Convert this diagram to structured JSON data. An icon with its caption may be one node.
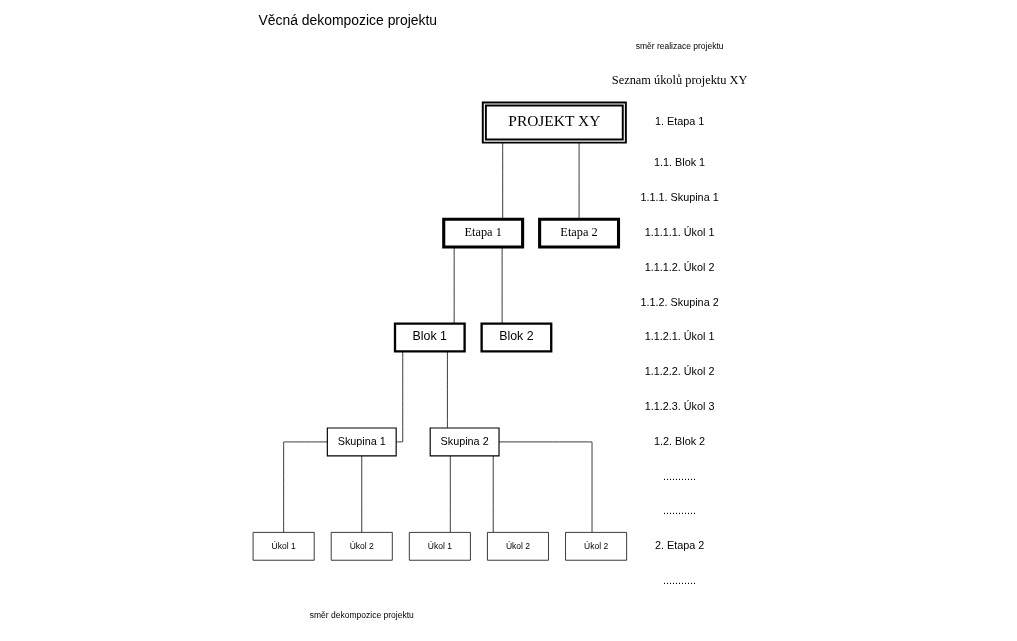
{
  "diagram": {
    "title": "Věcná dekompozice projektu",
    "nodes": [
      {
        "text": [
          "PROJEKT XY"
        ]
      },
      {
        "text": [
          "Etapa 1"
        ]
      },
      {
        "text": [
          "Etapa 2"
        ]
      },
      {
        "text": [
          "Blok 1"
        ]
      },
      {
        "text": [
          "Blok 2"
        ]
      },
      {
        "text": [
          "Skupina 1"
        ]
      },
      {
        "text": [
          "Skupina 2"
        ]
      },
      {
        "text": [
          "Úkol 1"
        ]
      },
      {
        "text": [
          "Úkol 2"
        ]
      },
      {
        "text": [
          "Úkol 1"
        ]
      },
      {
        "text": [
          "Úkol 2"
        ]
      },
      {
        "text": [
          "Úkol 2"
        ]
      }
    ],
    "edges": [
      {
        "from": 0,
        "to": 1,
        "arrow": "none"
      },
      {
        "from": 0,
        "to": 2,
        "arrow": "none"
      },
      {
        "from": 1,
        "to": 3,
        "arrow": "none"
      },
      {
        "from": 1,
        "to": 4,
        "arrow": "none"
      },
      {
        "from": 3,
        "to": 5,
        "arrow": "none"
      },
      {
        "from": 3,
        "to": 6,
        "arrow": "none"
      },
      {
        "from": 5,
        "to": 7,
        "arrow": "none"
      },
      {
        "from": 5,
        "to": 8,
        "arrow": "none"
      },
      {
        "from": 6,
        "to": 9,
        "arrow": "none"
      },
      {
        "from": 6,
        "to": 10,
        "arrow": "none"
      },
      {
        "from": 6,
        "to": 11,
        "arrow": "none"
      }
    ],
    "labels": [
      "směr realizace projektu",
      "Seznam úkolů projektu XY",
      "1. Etapa 1",
      "1.1. Blok 1",
      "1.1.1. Skupina 1",
      "1.1.1.1. Úkol 1",
      "1.1.1.2. Úkol 2",
      "1.1.2. Skupina 2",
      "1.1.2.1. Úkol 1",
      "1.1.2.2. Úkol 2",
      "1.1.2.3. Úkol 3",
      "1.2. Blok 2",
      "...........",
      "...........",
      "2. Etapa 2",
      "...........",
      "směr dekompozice projektu"
    ]
  }
}
